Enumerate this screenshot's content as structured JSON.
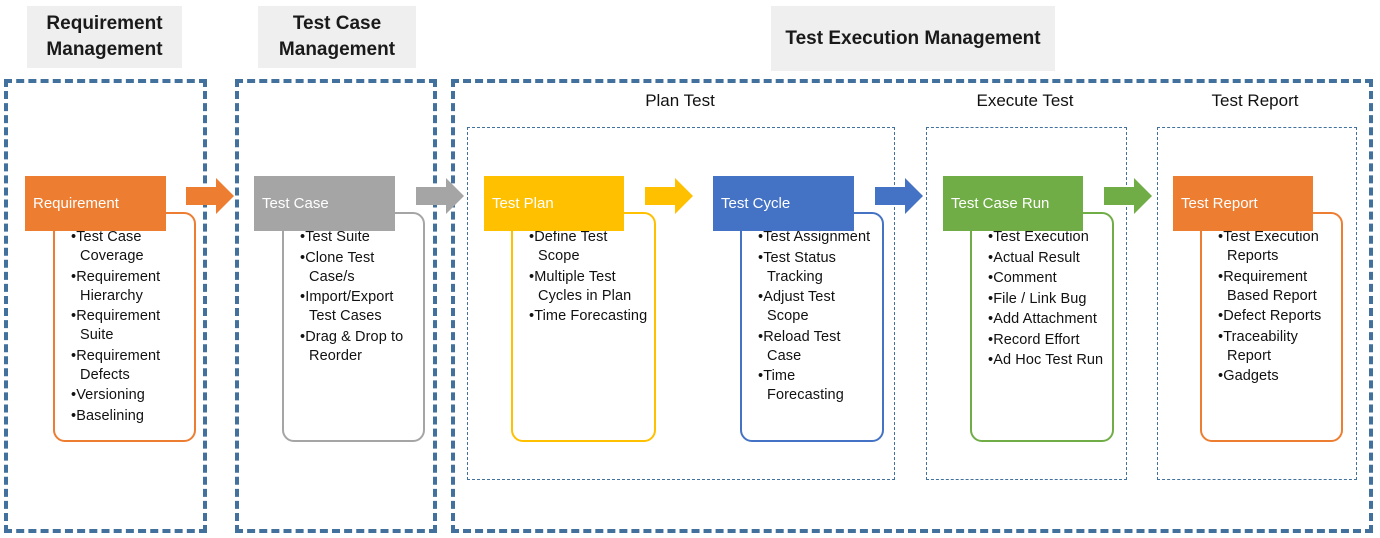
{
  "section_titles": {
    "requirement": "Requirement Management",
    "test_case": "Test Case Management",
    "test_execution": "Test Execution Management"
  },
  "phases": {
    "plan": "Plan Test",
    "execute": "Execute Test",
    "report": "Test Report"
  },
  "colors": {
    "requirement": "#ed7d31",
    "test_case": "#a5a5a5",
    "test_plan": "#ffc000",
    "test_cycle": "#4472c4",
    "test_case_run": "#70ad47",
    "test_report": "#ed7d31",
    "dashed_border": "#41719c"
  },
  "boxes": {
    "requirement": {
      "header": "Requirement",
      "items": [
        "Test Case Coverage",
        "Requirement Hierarchy",
        "Requirement Suite",
        "Requirement Defects",
        "Versioning",
        "Baselining"
      ]
    },
    "test_case": {
      "header": "Test Case",
      "items": [
        "Test Suite",
        "Clone Test Case/s",
        "Import/Export Test Cases",
        "Drag & Drop to Reorder"
      ]
    },
    "test_plan": {
      "header": "Test Plan",
      "items": [
        "Define Test Scope",
        "Multiple Test Cycles in Plan",
        "Time Forecasting"
      ]
    },
    "test_cycle": {
      "header": "Test Cycle",
      "items": [
        "Test Assignment",
        "Test Status Tracking",
        "Adjust Test Scope",
        "Reload Test Case",
        "Time Forecasting"
      ]
    },
    "test_case_run": {
      "header": "Test Case Run",
      "items": [
        "Test Execution",
        "Actual Result",
        "Comment",
        "File / Link Bug",
        "Add Attachment",
        "Record Effort",
        "Ad Hoc Test Run"
      ]
    },
    "test_report": {
      "header": "Test Report",
      "items": [
        "Test Execution Reports",
        "Requirement Based Report",
        "Defect Reports",
        "Traceability Report",
        "Gadgets"
      ]
    }
  }
}
